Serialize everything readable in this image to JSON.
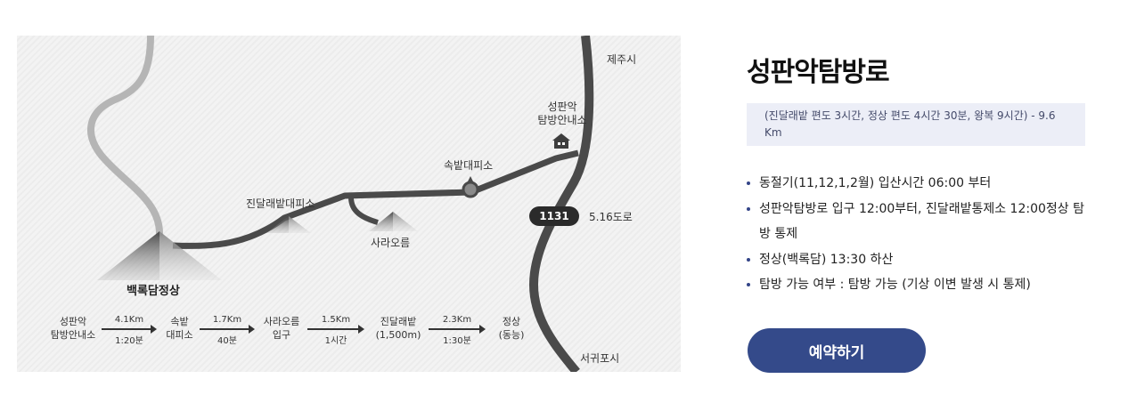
{
  "map": {
    "labels": {
      "jeju_si": "제주시",
      "seongpanak_center_line1": "성판악",
      "seongpanak_center_line2": "탐방안내소",
      "sokbat_shelter": "속밭대피소",
      "jindallaebat_shelter": "진달래밭대피소",
      "sara_oreum": "사라오름",
      "baengnokdam_summit": "백록담정상",
      "road_number": "1131",
      "road_name": "5.16도로",
      "seogwipo_si": "서귀포시"
    },
    "icons": {
      "center": "house-icon",
      "shelter": "pin-marker-icon"
    },
    "steps": [
      {
        "line1": "성판악",
        "line2": "탐방안내소"
      },
      {
        "line1": "속밭",
        "line2": "대피소"
      },
      {
        "line1": "사라오름",
        "line2": "입구"
      },
      {
        "line1": "진달래밭",
        "line2": "(1,500m)"
      },
      {
        "line1": "정상",
        "line2": "(동능)"
      }
    ],
    "segments": [
      {
        "distance": "4.1Km",
        "time": "1:20분"
      },
      {
        "distance": "1.7Km",
        "time": "40분"
      },
      {
        "distance": "1.5Km",
        "time": "1시간"
      },
      {
        "distance": "2.3Km",
        "time": "1:30분"
      }
    ]
  },
  "info": {
    "title": "성판악탐방로",
    "summary": "(진달래밭 편도 3시간, 정상 편도 4시간 30분, 왕복 9시간) - 9.6 Km",
    "notes": [
      "동절기(11,12,1,2월) 입산시간 06:00 부터",
      "성판악탐방로 입구 12:00부터, 진달래밭통제소 12:00정상 탐방 통제",
      "정상(백록담) 13:30 하산",
      "탐방 가능 여부 : 탐방 가능 (기상 이변 발생 시 통제)"
    ],
    "reserve_button": "예약하기"
  },
  "colors": {
    "accent": "#344a8a",
    "summary_bg": "#eceef7",
    "trail": "#4a4a4a",
    "trail_light": "#b5b5b5"
  }
}
